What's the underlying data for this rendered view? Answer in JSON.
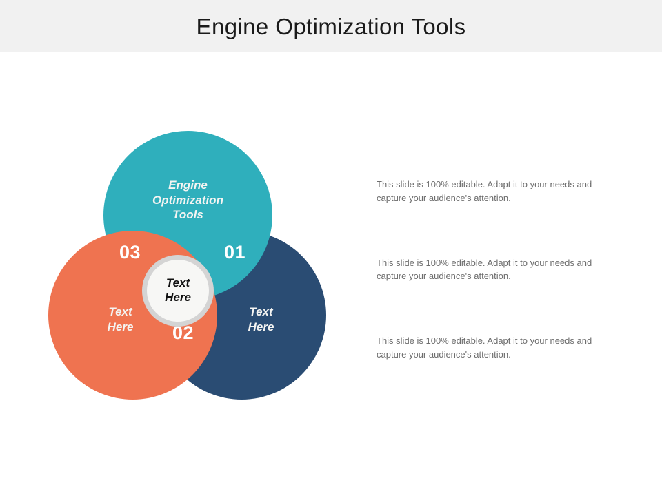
{
  "header": {
    "title": "Engine Optimization Tools",
    "band_color": "#f1f1f1"
  },
  "venn": {
    "circles": [
      {
        "id": "top",
        "label": "Engine\nOptimization\nTools",
        "color": "#2fafbc",
        "step_number": "01",
        "step_number_left": "03"
      },
      {
        "id": "left",
        "label": "Text\nHere",
        "color": "#ef7350",
        "step_number": "02"
      },
      {
        "id": "right",
        "label": "Text\nHere",
        "color": "#2a4c73",
        "step_number": "01"
      }
    ],
    "steps": {
      "one": "01",
      "two": "02",
      "three": "03"
    },
    "center": {
      "label": "Text\nHere",
      "fill": "#f7f7f5",
      "ring": "#d4d4d4"
    }
  },
  "descriptions": {
    "items": [
      "This slide is 100% editable. Adapt it to your needs and capture your audience's attention.",
      "This slide is 100% editable. Adapt it to your needs and capture your audience's attention.",
      "This slide is 100% editable. Adapt it to your needs and capture your audience's attention."
    ]
  }
}
